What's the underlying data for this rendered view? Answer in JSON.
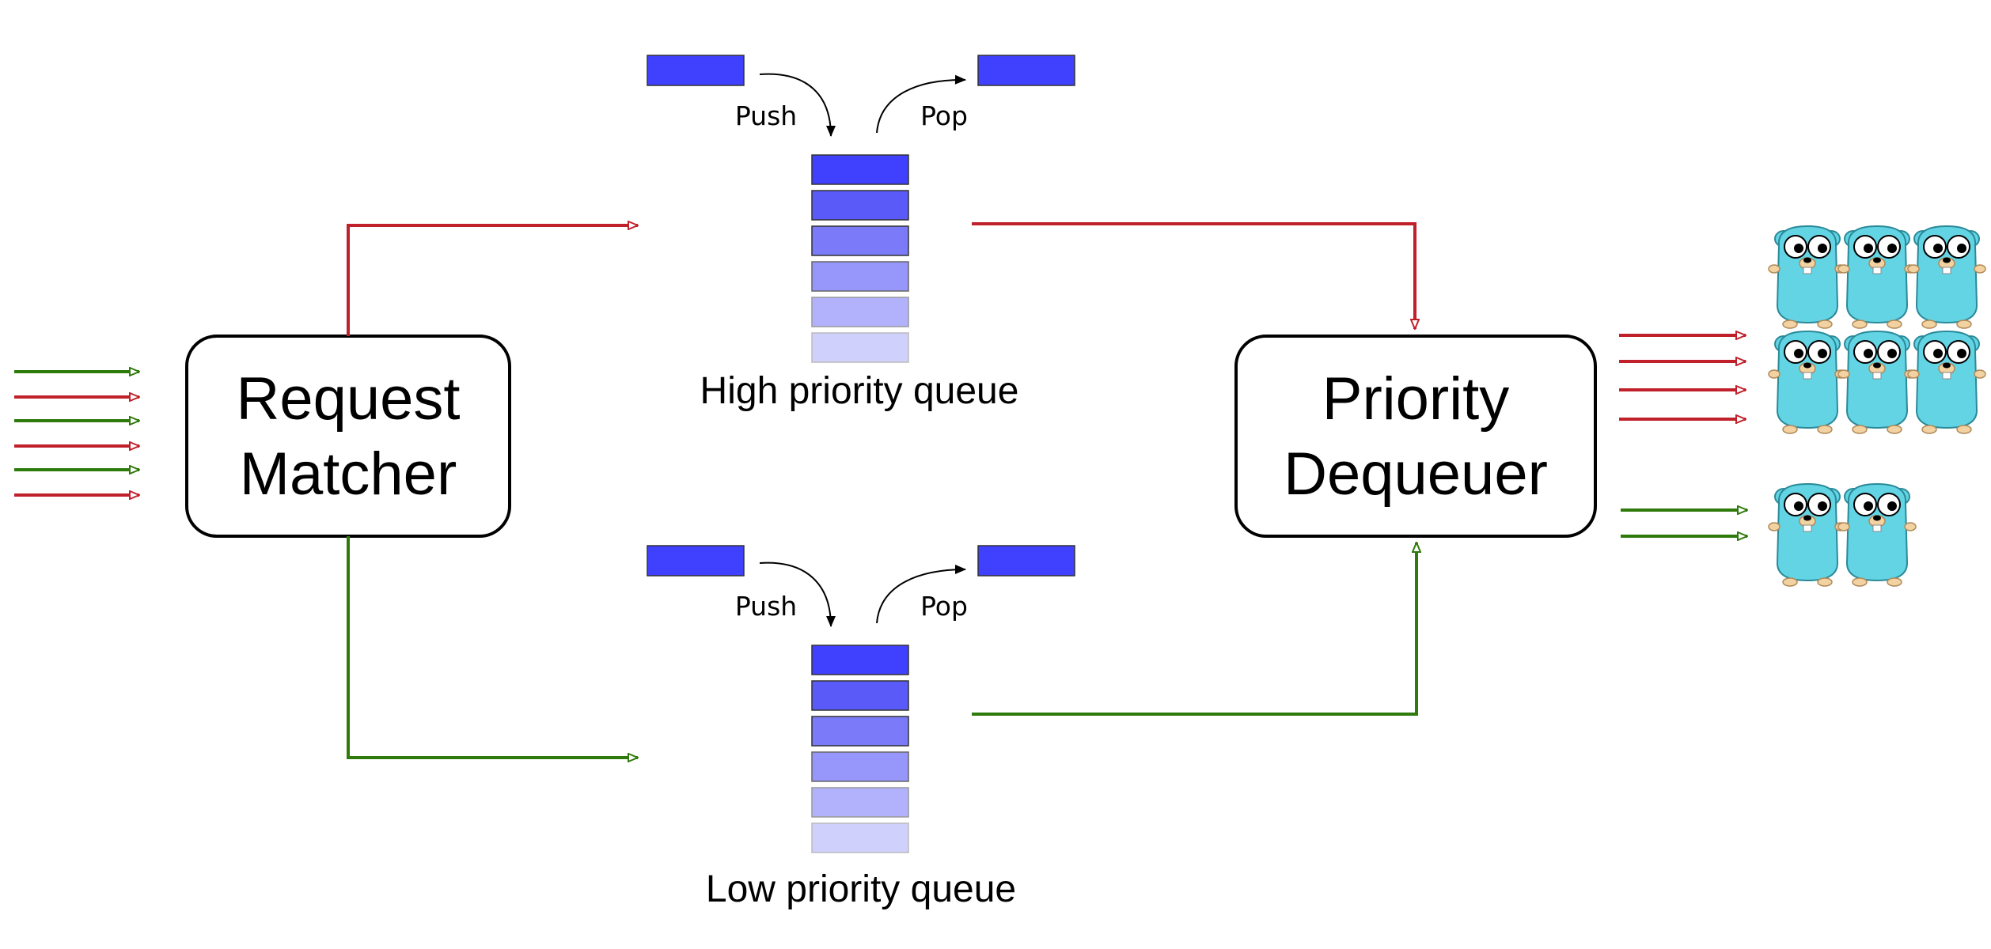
{
  "nodes": {
    "request_matcher": {
      "line1": "Request",
      "line2": "Matcher"
    },
    "priority_dequeuer": {
      "line1": "Priority",
      "line2": "Dequeuer"
    }
  },
  "queues": {
    "high": {
      "label": "High priority queue",
      "push_label": "Push",
      "pop_label": "Pop"
    },
    "low": {
      "label": "Low priority queue",
      "push_label": "Push",
      "pop_label": "Pop"
    }
  },
  "colors": {
    "high_priority_arrow": "#c0202a",
    "low_priority_arrow": "#2e7a0a",
    "queue_item": "#4040ff",
    "queue_shades": [
      "#4040ff",
      "#5a5af8",
      "#7b7bfa",
      "#9696fb",
      "#b2b2fc",
      "#d0d0fd"
    ],
    "gopher_body": "#63d4e4"
  },
  "incoming_requests": [
    "low",
    "high",
    "low",
    "high",
    "low",
    "high"
  ],
  "workers": {
    "high_priority_count": 6,
    "low_priority_count": 2,
    "icon": "gopher-icon"
  }
}
